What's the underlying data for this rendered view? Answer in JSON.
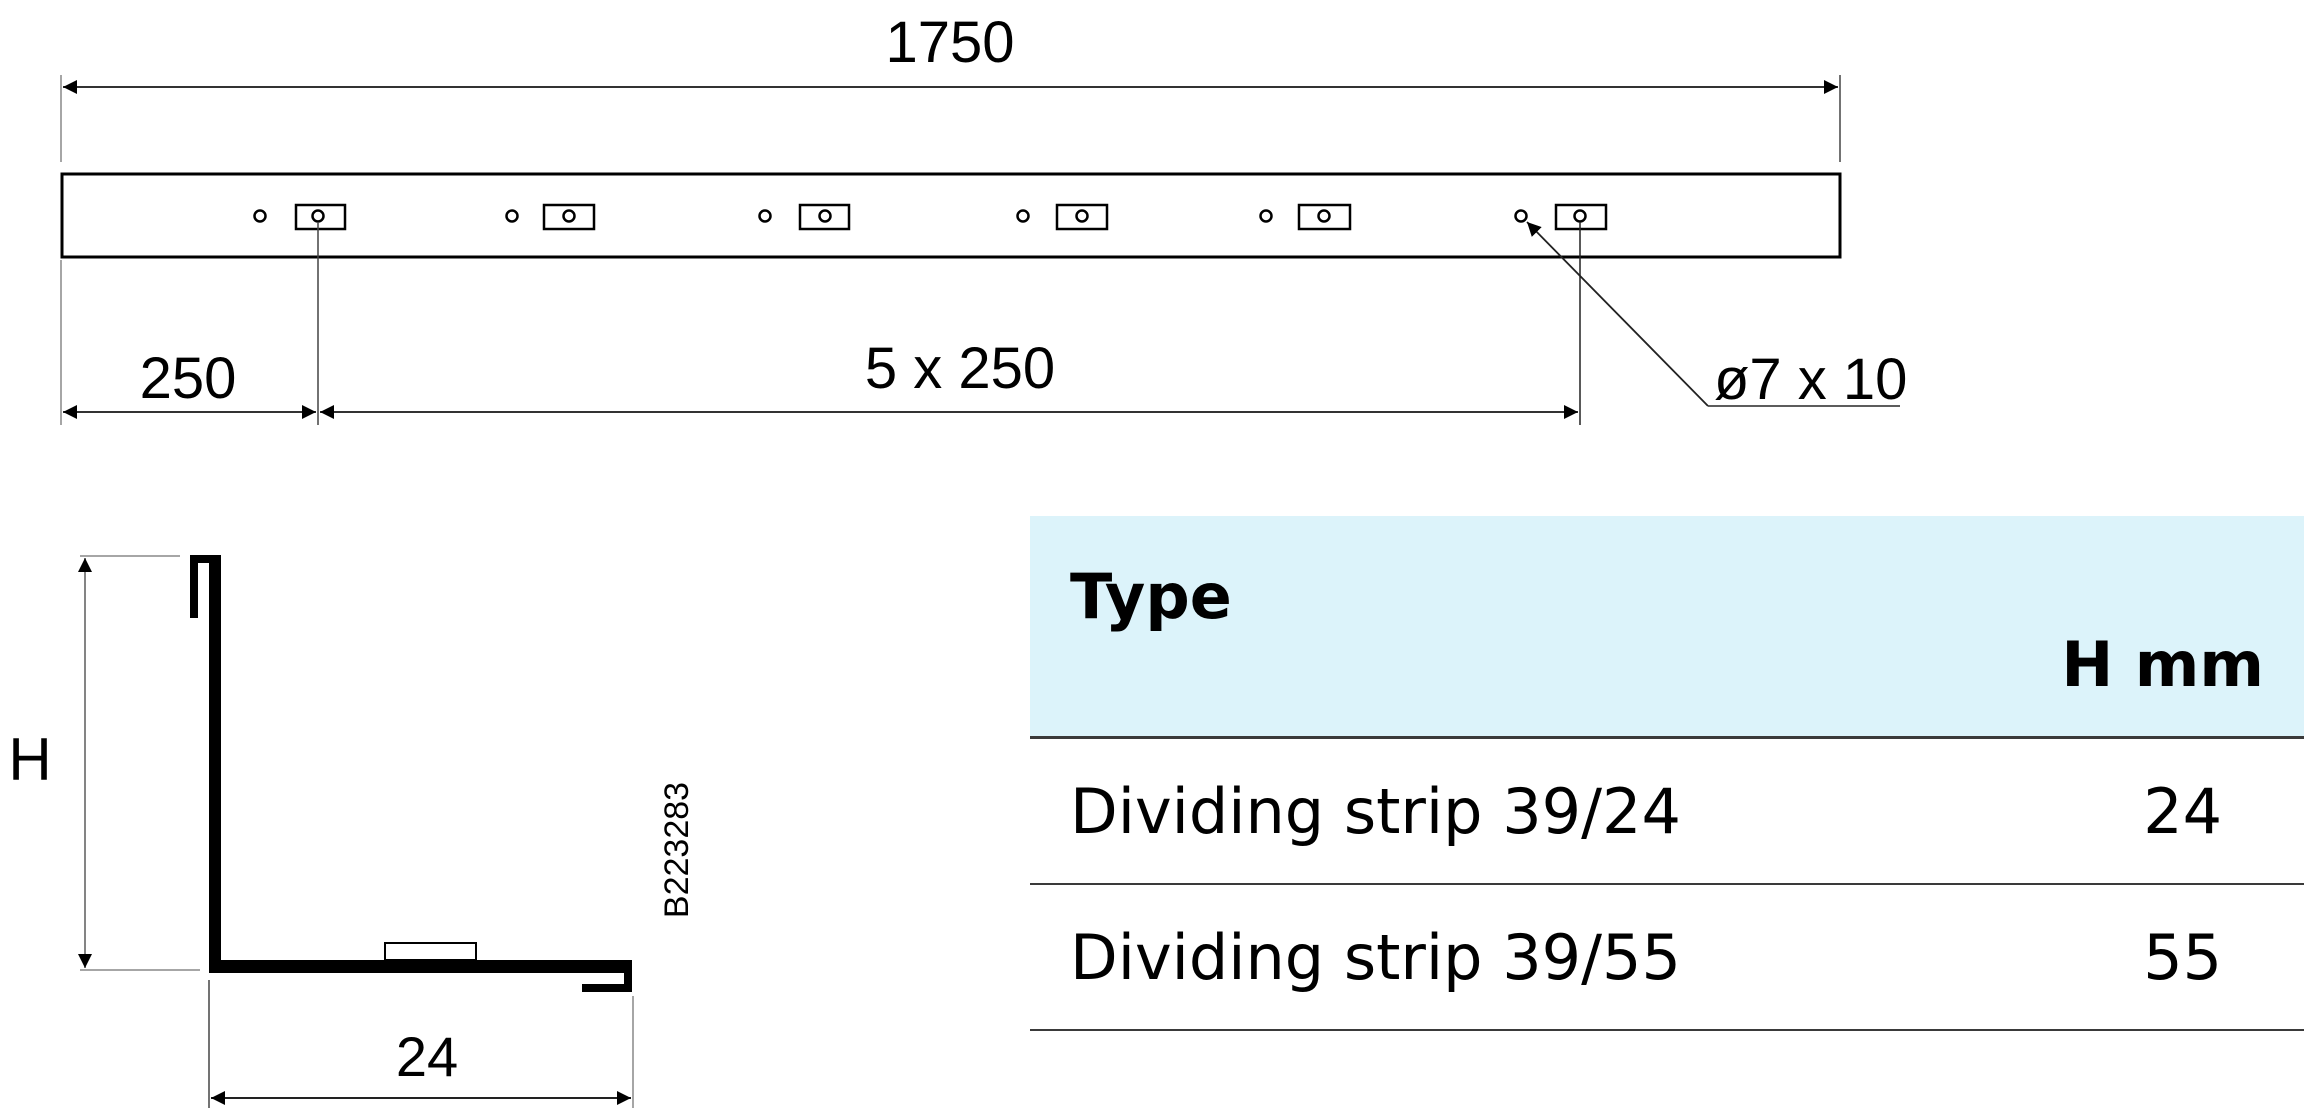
{
  "drawing": {
    "top_view": {
      "overall_length_label": "1750",
      "first_spacing_label": "250",
      "repeat_spacing_label": "5 x 250",
      "hole_callout_label": "ø7 x 10",
      "hole_groups": 6
    },
    "profile_view": {
      "height_label": "H",
      "width_label": "24",
      "drawing_number": "B223283"
    }
  },
  "table": {
    "header": {
      "type": "Type",
      "height": "H mm"
    },
    "rows": [
      {
        "type": "Dividing strip 39/24",
        "height": "24"
      },
      {
        "type": "Dividing strip 39/55",
        "height": "55"
      }
    ],
    "header_bg_color": "#dcf3fa"
  }
}
